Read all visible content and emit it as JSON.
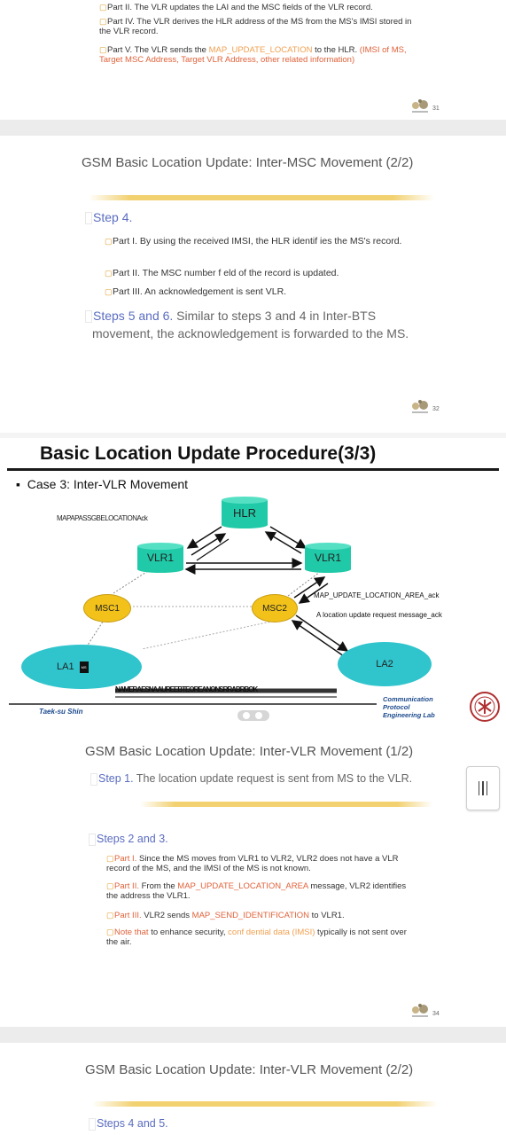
{
  "slide31": {
    "bullets": [
      "Part II. The VLR updates the LAI and the MSC fields of the VLR record.",
      "Part IV. The VLR derives the HLR address of the MS from the MS's IMSI stored in the VLR record."
    ],
    "part5_prefix": "Part V. The VLR sends the ",
    "part5_msg": "MAP_UPDATE_LOCATION",
    "part5_mid": " to the HLR. ",
    "part5_paren": "(IMSI of MS, Target MSC Address, Target VLR Address, other related information)",
    "page": "31"
  },
  "slide32": {
    "title": "GSM Basic Location Update: Inter-MSC Movement (2/2)",
    "step4": "Step 4.",
    "bullets": [
      "Part I. By using the received IMSI, the HLR identif ies the MS's record.",
      "Part II. The MSC number f eld of the record is updated.",
      "Part III. An acknowledgement is sent VLR."
    ],
    "steps56_label": "Steps 5 and 6.",
    "steps56_text": " Similar to steps 3 and 4 in Inter-BTS movement, the acknowledgement is forwarded to the MS.",
    "page": "32"
  },
  "slide33": {
    "title": "Basic Location Update Procedure(3/3)",
    "case": "Case 3: Inter-VLR Movement",
    "hlr": "HLR",
    "vlr_left": "VLR1",
    "vlr_right": "VLR1",
    "msc1": "MSC1",
    "msc2": "MSC2",
    "la1": "LA1",
    "la2": "LA2",
    "ms": "MS",
    "garbled_left": "MAPAPASSGBELOCATIONAck",
    "label_ack": "MAP_UPDATE_LOCATION_AREA_ack",
    "label_req": "A location update request message_ack",
    "garbled_bottom": "NAMERAESNAAUREEBTEOREANONSRRABRBOK",
    "author": "Taek-su Shin",
    "lab_line1": "Communication",
    "lab_line2": "Protocol",
    "lab_line3": "Engineering Lab"
  },
  "slide34": {
    "title": "GSM Basic Location Update: Inter-VLR Movement (1/2)",
    "step1_label": "Step 1.",
    "step1_text": " The location update request is sent from MS to the VLR.",
    "steps23": "Steps 2 and 3.",
    "p1_label": "Part I.",
    "p1_text": " Since the MS moves from VLR1 to VLR2, VLR2 does not have a VLR record of the MS, and the IMSI of the MS is not known.",
    "p2_label": "Part II.",
    "p2_a": " From the ",
    "p2_msg": "MAP_UPDATE_LOCATION_AREA",
    "p2_b": " message, VLR2 identifies the address the VLR1.",
    "p3_label": "Part III.",
    "p3_a": " VLR2 sends ",
    "p3_msg": "MAP_SEND_IDENTIFICATION",
    "p3_b": " to VLR1.",
    "p4_label": "Note that",
    "p4_a": " to enhance security, ",
    "p4_conf": "conf dential data (IMSI)",
    "p4_b": " typically is not sent over the air.",
    "page": "34"
  },
  "slide35": {
    "title": "GSM Basic Location Update: Inter-VLR Movement (2/2)",
    "steps45": "Steps 4 and 5."
  }
}
